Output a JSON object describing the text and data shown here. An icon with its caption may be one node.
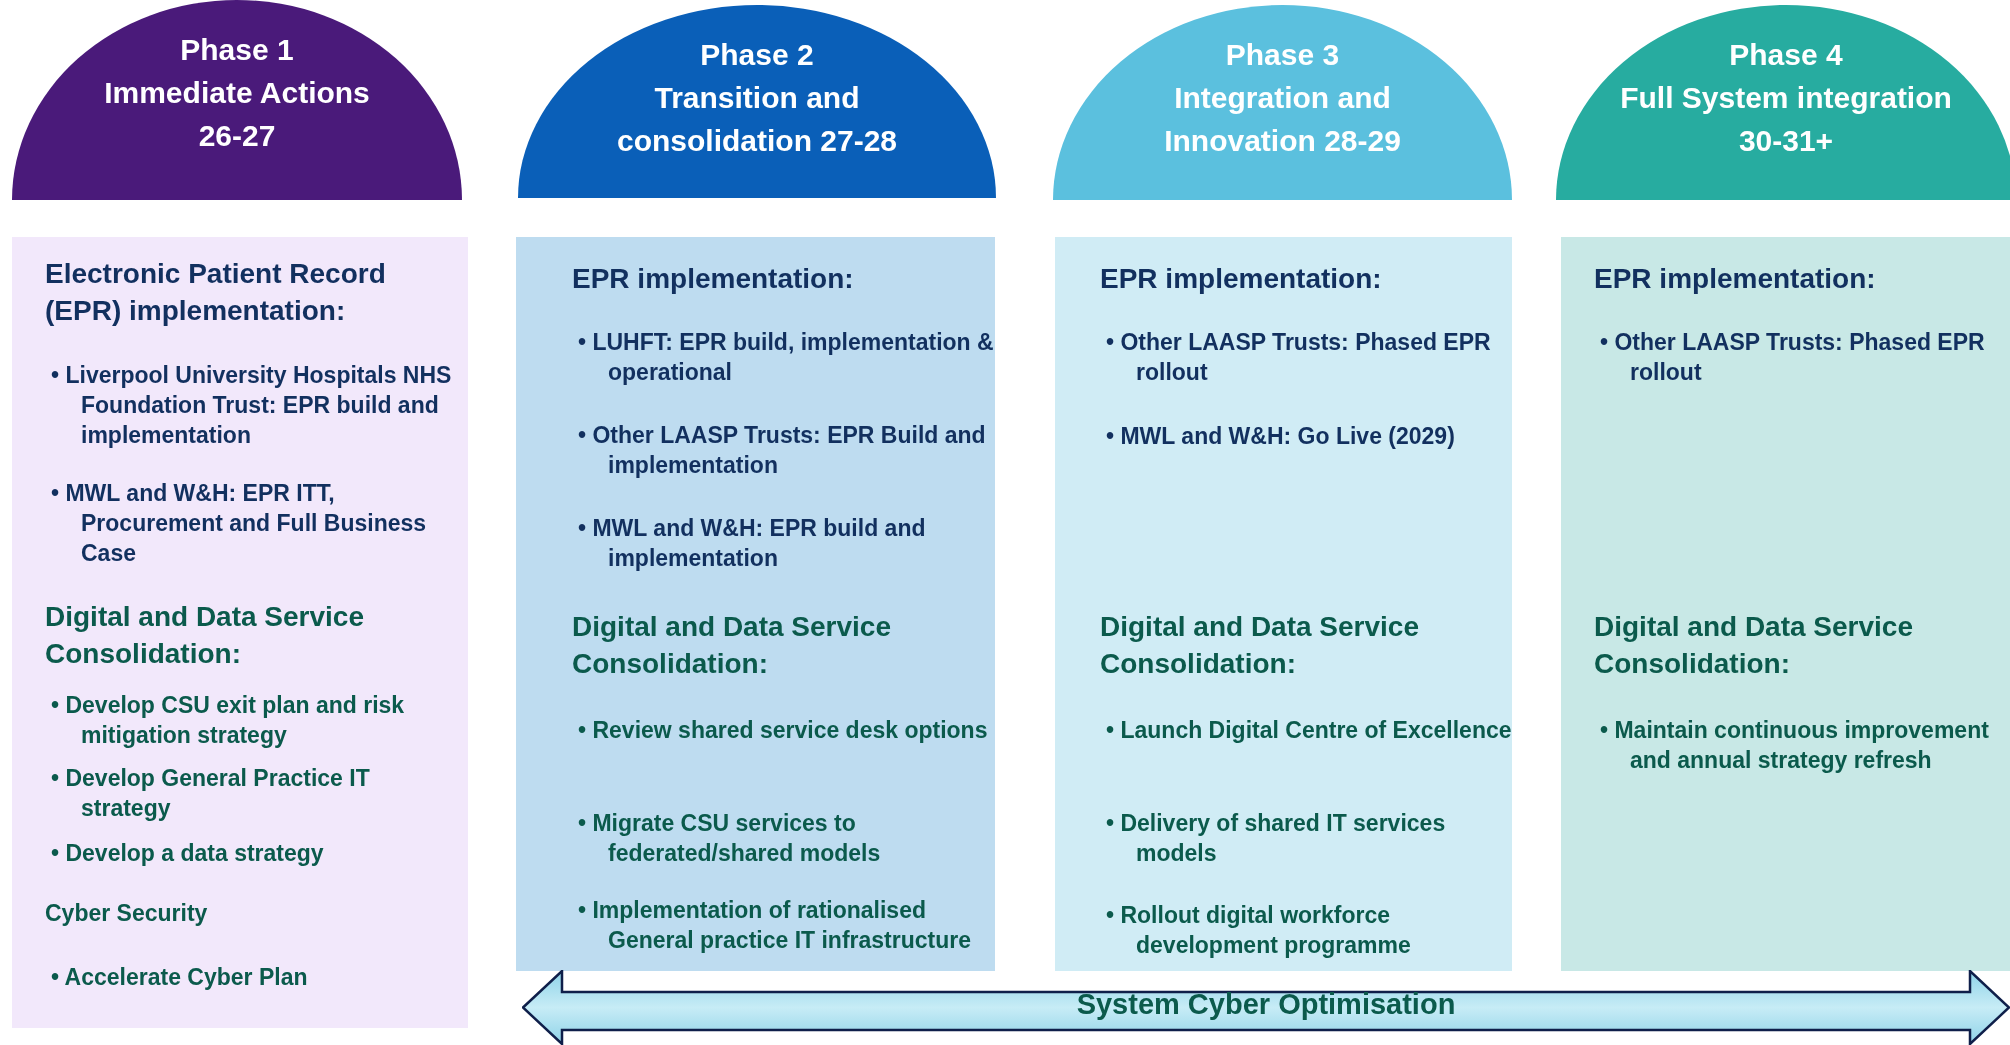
{
  "diagram": {
    "nodes": [
      {
        "text": [
          "Phase 1",
          "Immediate Actions 26-27"
        ]
      },
      {
        "text": [
          "Phase 2",
          "Transition and consolidation 27-28"
        ]
      },
      {
        "text": [
          "Phase 3",
          "Integration and Innovation 28-29"
        ]
      },
      {
        "text": [
          "Phase 4",
          "Full System integration 30-31+"
        ]
      },
      {
        "text": [
          "Electronic Patient Record (EPR) implementation:",
          "• Liverpool University Hospitals NHS Foundation Trust: EPR build and implementation",
          "• MWL and W&H: EPR ITT, Procurement and Full Business Case",
          "Digital and Data Service Consolidation:",
          "• Develop CSU exit plan and risk mitigation strategy",
          "• Develop General Practice IT strategy",
          "• Develop a data strategy",
          "Cyber Security",
          "• Accelerate Cyber Plan"
        ]
      },
      {
        "text": [
          "EPR implementation:",
          "• LUHFT: EPR build, implementation & operational",
          "• Other LAASP Trusts: EPR Build and implementation",
          "• MWL and W&H: EPR build and implementation",
          "Digital and Data Service Consolidation:",
          "• Review shared service desk options",
          "• Migrate CSU services to federated/shared models",
          "• Implementation of rationalised General practice IT infrastructure"
        ]
      },
      {
        "text": [
          "EPR implementation:",
          "• Other LAASP Trusts: Phased EPR rollout",
          "• MWL and W&H: Go Live (2029)",
          "Digital and Data Service Consolidation:",
          "• Launch Digital Centre of Excellence",
          "• Delivery of shared IT services models",
          "• Rollout digital workforce development programme"
        ]
      },
      {
        "text": [
          "EPR implementation:",
          "• Other LAASP Trusts: Phased EPR rollout",
          "Digital and Data Service Consolidation:",
          "• Maintain continuous improvement and annual strategy refresh"
        ]
      },
      {
        "text": [
          "System Cyber Optimisation"
        ]
      }
    ],
    "edges": []
  }
}
